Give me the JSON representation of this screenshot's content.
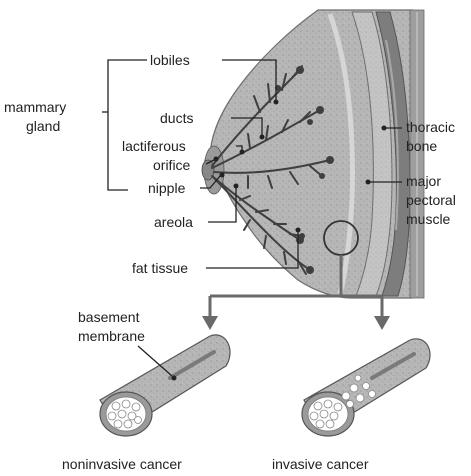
{
  "labels": {
    "lobiles": "lobiles",
    "mammary": "mammary",
    "gland": "gland",
    "ducts": "ducts",
    "lactiferous": "lactiferous",
    "orifice": "orifice",
    "nipple": "nipple",
    "areola": "areola",
    "fat_tissue": "fat tissue",
    "thoracic": "thoracic",
    "bone": "bone",
    "major": "major",
    "pectoral": "pectoral",
    "muscle": "muscle",
    "basement": "basement",
    "membrane": "membrane",
    "noninvasive_cancer": "noninvasive cancer",
    "invasive_cancer": "invasive cancer"
  },
  "colors": {
    "tissue": "#b6b6b6",
    "tissue_dark": "#8a8a8a",
    "tissue_light": "#cfcfcf",
    "line": "#222222",
    "cell": "#ffffff"
  }
}
